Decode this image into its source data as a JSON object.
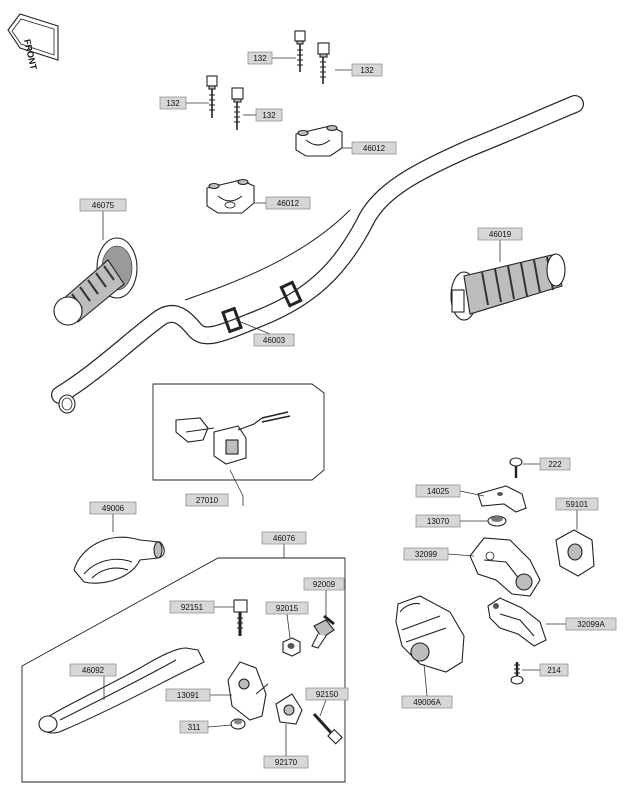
{
  "front_badge": "FRONT",
  "colors": {
    "label_bg": "#d7d7d7",
    "line": "#222222",
    "part_gray": "#bdbdbd"
  },
  "labels": [
    {
      "id": "132a",
      "text": "132"
    },
    {
      "id": "132b",
      "text": "132"
    },
    {
      "id": "132c",
      "text": "132"
    },
    {
      "id": "132d",
      "text": "132"
    },
    {
      "id": "46012a",
      "text": "46012"
    },
    {
      "id": "46012b",
      "text": "46012"
    },
    {
      "id": "46075",
      "text": "46075"
    },
    {
      "id": "46019",
      "text": "46019"
    },
    {
      "id": "46003",
      "text": "46003"
    },
    {
      "id": "27010",
      "text": "27010"
    },
    {
      "id": "49006",
      "text": "49006"
    },
    {
      "id": "46076",
      "text": "46076"
    },
    {
      "id": "92009",
      "text": "92009"
    },
    {
      "id": "92151",
      "text": "92151"
    },
    {
      "id": "92015",
      "text": "92015"
    },
    {
      "id": "46092",
      "text": "46092"
    },
    {
      "id": "13091",
      "text": "13091"
    },
    {
      "id": "92150",
      "text": "92150"
    },
    {
      "id": "311",
      "text": "311"
    },
    {
      "id": "92170",
      "text": "92170"
    },
    {
      "id": "222",
      "text": "222"
    },
    {
      "id": "14025",
      "text": "14025"
    },
    {
      "id": "59101",
      "text": "59101"
    },
    {
      "id": "13070",
      "text": "13070"
    },
    {
      "id": "32099",
      "text": "32099"
    },
    {
      "id": "32099A",
      "text": "32099A"
    },
    {
      "id": "49006A",
      "text": "49006A"
    },
    {
      "id": "214",
      "text": "214"
    }
  ]
}
